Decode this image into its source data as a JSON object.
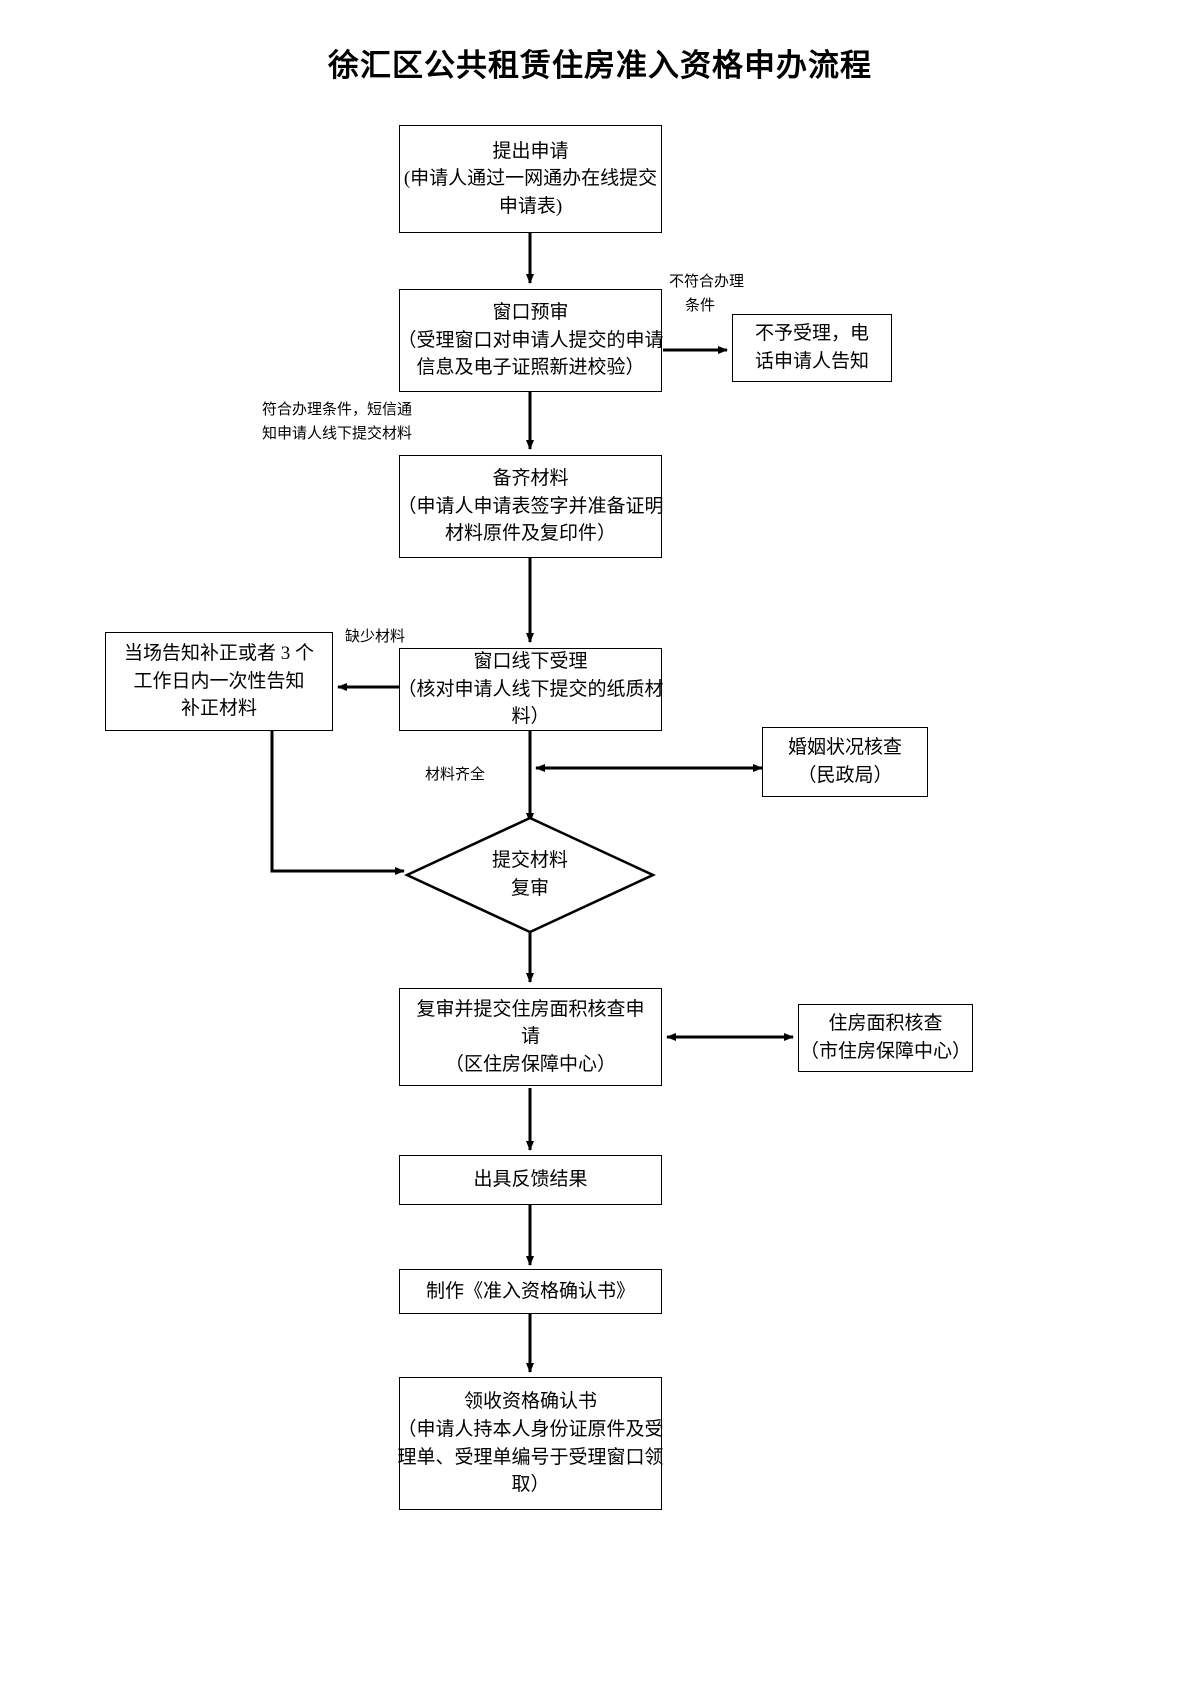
{
  "document": {
    "title": "徐汇区公共租赁住房准入资格申办流程"
  },
  "flowchart": {
    "type": "flowchart",
    "nodes": [
      {
        "id": "apply",
        "shape": "rect",
        "lines": [
          "提出申请",
          "(申请人通过一网通办在线提交",
          "申请表)"
        ]
      },
      {
        "id": "pre-review",
        "shape": "rect",
        "lines": [
          "窗口预审",
          "（受理窗口对申请人提交的申请",
          "信息及电子证照新进校验）"
        ]
      },
      {
        "id": "reject",
        "shape": "rect",
        "lines": [
          "不予受理，电",
          "话申请人告知"
        ]
      },
      {
        "id": "prepare",
        "shape": "rect",
        "lines": [
          "备齐材料",
          "（申请人申请表签字并准备证明",
          "材料原件及复印件）"
        ]
      },
      {
        "id": "offline-accept",
        "shape": "rect",
        "lines": [
          "窗口线下受理",
          "（核对申请人线下提交的纸质材",
          "料）"
        ]
      },
      {
        "id": "supplement",
        "shape": "rect",
        "lines": [
          "当场告知补正或者 3 个",
          "工作日内一次性告知",
          "补正材料"
        ]
      },
      {
        "id": "marriage-check",
        "shape": "rect",
        "lines": [
          "婚姻状况核查",
          "（民政局）"
        ]
      },
      {
        "id": "submit-recheck",
        "shape": "diamond",
        "lines": [
          "提交材料",
          "复审"
        ]
      },
      {
        "id": "area-apply",
        "shape": "rect",
        "lines": [
          "复审并提交住房面积核查申",
          "请",
          "（区住房保障中心）"
        ]
      },
      {
        "id": "area-check",
        "shape": "rect",
        "lines": [
          "住房面积核查",
          "（市住房保障中心）"
        ]
      },
      {
        "id": "feedback",
        "shape": "rect",
        "lines": [
          "出具反馈结果"
        ]
      },
      {
        "id": "make-cert",
        "shape": "rect",
        "lines": [
          "制作《准入资格确认书》"
        ]
      },
      {
        "id": "collect-cert",
        "shape": "rect",
        "lines": [
          "领收资格确认书",
          "（申请人持本人身份证原件及受",
          "理单、受理单编号于受理窗口领",
          "取）"
        ]
      }
    ],
    "edge_labels": [
      {
        "id": "not-eligible",
        "lines": [
          "不符合办理",
          "条件"
        ]
      },
      {
        "id": "eligible",
        "lines": [
          "符合办理条件，短信通",
          "知申请人线下提交材料"
        ]
      },
      {
        "id": "missing-docs",
        "lines": [
          "缺少材料"
        ]
      },
      {
        "id": "docs-complete",
        "lines": [
          "材料齐全"
        ]
      }
    ]
  }
}
